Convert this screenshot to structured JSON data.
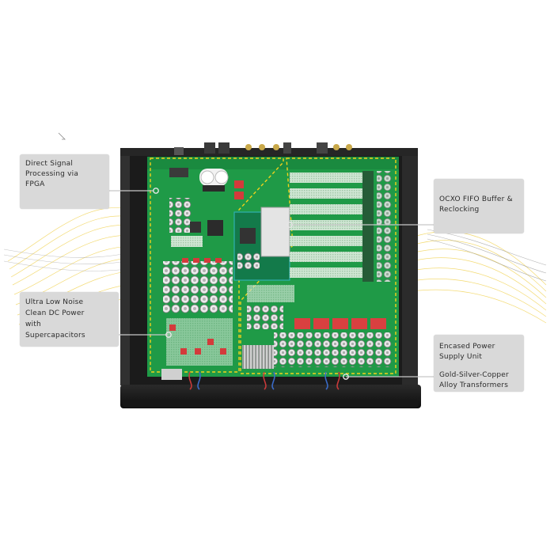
{
  "callouts": {
    "fpga": {
      "lines": [
        "Direct Signal",
        "Processing via",
        "FPGA"
      ]
    },
    "ocxo": {
      "lines": [
        "OCXO FIFO Buffer &",
        "Reclocking"
      ]
    },
    "dc_power": {
      "lines": [
        "Ultra Low Noise",
        "Clean DC Power",
        "with",
        "Supercapacitors"
      ]
    },
    "psu": {
      "lines_top": [
        "Encased Power",
        "Supply Unit"
      ],
      "lines_bottom": [
        "Gold-Silver-Copper",
        "Alloy Transformers"
      ]
    }
  },
  "colors": {
    "pcb": "#1f9a47",
    "pcb_dark": "#157a37",
    "chassis": "#1b1b1b",
    "outline_yellow": "#f2d21b",
    "callout_bg": "#d9d9d9",
    "leader_line": "#c8c8c8",
    "wave": "#f0d04a"
  }
}
